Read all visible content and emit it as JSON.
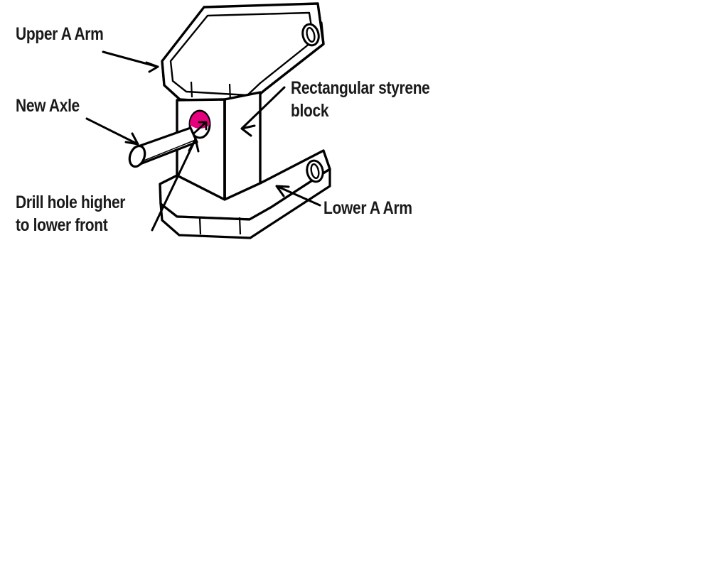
{
  "diagram": {
    "title": "Suspension upright modification diagram",
    "subject": "Rectangular styrene block spacer between upper and lower A arms with a new axle",
    "background_color": "#ffffff",
    "line_color": "#000000",
    "text_color": "#1a1a1a",
    "highlight_color": "#E6007E",
    "annotations": [
      {
        "id": "upper-a-arm",
        "text": "Upper A Arm",
        "pointer": "arrow from label down-right to the upper A arm front edge"
      },
      {
        "id": "new-axle",
        "text": "New Axle",
        "pointer": "arrow from label down-right to the cylindrical axle shaft"
      },
      {
        "id": "drill-hole",
        "text": "Drill hole higher\nto lower front",
        "pointer": "arrow from label up-right to the magenta drilled hole in the block"
      },
      {
        "id": "rectangular-styrene-block",
        "text": "Rectangular styrene\nblock",
        "pointer": "arrow from label down-left to the vertical block side face"
      },
      {
        "id": "lower-a-arm",
        "text": "Lower A Arm",
        "pointer": "arrow from label up-left to the lower A arm front edge"
      }
    ],
    "parts": [
      {
        "id": "upper-a-arm-plate",
        "name": "Upper A Arm"
      },
      {
        "id": "upper-a-arm-bushing",
        "name": "Upper A Arm bushing hole"
      },
      {
        "id": "styrene-block",
        "name": "Rectangular styrene block"
      },
      {
        "id": "drilled-hole",
        "name": "New drilled axle hole",
        "color": "#E6007E"
      },
      {
        "id": "axle-shaft",
        "name": "New Axle"
      },
      {
        "id": "lower-a-arm-plate",
        "name": "Lower A Arm"
      },
      {
        "id": "lower-a-arm-bushing",
        "name": "Lower A Arm bushing hole"
      }
    ]
  }
}
